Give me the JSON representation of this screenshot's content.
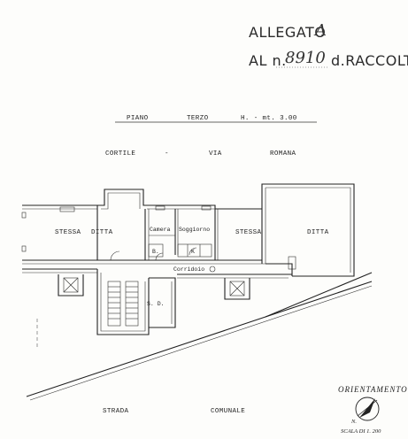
{
  "stamp": {
    "line1": "ALLEGATO",
    "line1_hand": "A",
    "line2_prefix": "AL n.",
    "line2_number": "8910",
    "line2_suffix": "d.RACCOLTA"
  },
  "header": {
    "piano": "PIANO",
    "terzo": "TERZO",
    "height": "H. - mt. 3.00"
  },
  "streets": {
    "top_left": "CORTILE",
    "top_dash": "-",
    "top_via": "VIA",
    "top_right": "ROMANA",
    "bottom_left": "STRADA",
    "bottom_right": "COMUNALE"
  },
  "rooms": {
    "stessa_left": "STESSA",
    "ditta_left": "DITTA",
    "camera": "Camera",
    "soggiorno": "Soggiorno",
    "stessa_right": "STESSA",
    "ditta_right": "DITTA",
    "b": "B.",
    "k": "K",
    "corridoio": "Corridoio",
    "sd": "S. D."
  },
  "legend": {
    "orientamento": "ORIENTAMENTO",
    "north": "N.",
    "scale": "SCALA DI 1. 200"
  }
}
